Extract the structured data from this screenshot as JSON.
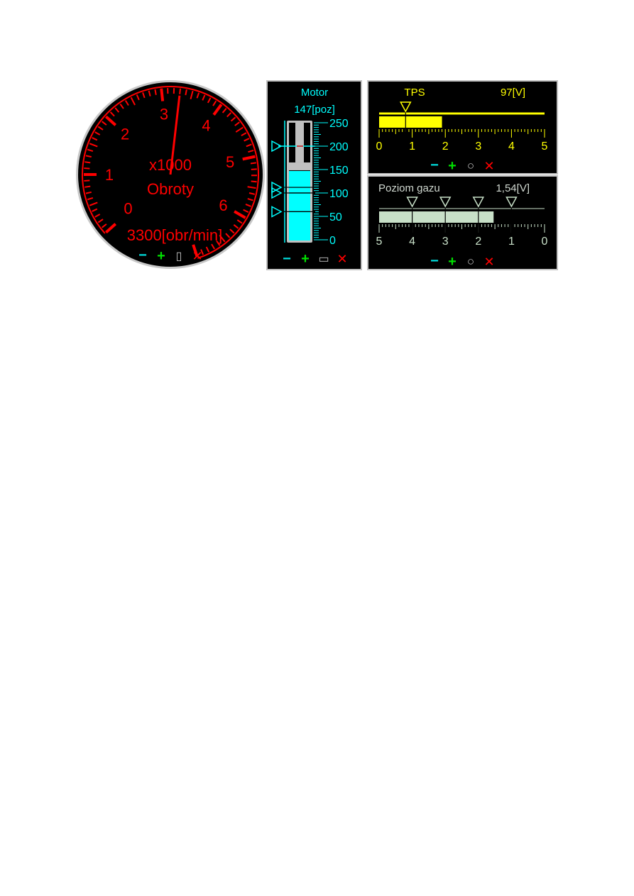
{
  "rpm_gauge": {
    "unit_multiplier": "x1000",
    "title": "Obroty",
    "readout": "3300[obr/min]",
    "value": 3.3,
    "scale_min": 0,
    "scale_max": 7,
    "tick_labels": [
      "0",
      "1",
      "2",
      "3",
      "4",
      "5",
      "6"
    ],
    "color": "#ff0000",
    "controls": {
      "minus": "−",
      "plus": "+",
      "shape": "▯",
      "close": "✕"
    }
  },
  "motor": {
    "title": "Motor",
    "readout": "147[poz]",
    "value": 147,
    "scale_min": 0,
    "scale_max": 250,
    "tick_labels": [
      "250",
      "200",
      "150",
      "100",
      "50",
      "0"
    ],
    "markers": [
      200,
      112,
      100,
      60
    ],
    "color": "#00ffff",
    "controls": {
      "minus": "−",
      "plus": "+",
      "shape": "▭",
      "close": "✕"
    }
  },
  "tps": {
    "title": "TPS",
    "readout": "97[V]",
    "fill_value": 1.9,
    "marker_value": 0.8,
    "scale_min": 0,
    "scale_max": 5,
    "tick_labels": [
      "0",
      "1",
      "2",
      "3",
      "4",
      "5"
    ],
    "color": "#ffff00",
    "controls": {
      "minus": "−",
      "plus": "+",
      "shape": "○",
      "close": "✕"
    }
  },
  "gas_level": {
    "title": "Poziom gazu",
    "readout": "1,54[V]",
    "fill_value": 1.54,
    "markers": [
      4,
      3,
      2,
      1
    ],
    "scale_min": 5,
    "scale_max": 0,
    "tick_labels": [
      "5",
      "4",
      "3",
      "2",
      "1",
      "0"
    ],
    "color": "#c8e0c8",
    "controls": {
      "minus": "−",
      "plus": "+",
      "shape": "○",
      "close": "✕"
    }
  }
}
